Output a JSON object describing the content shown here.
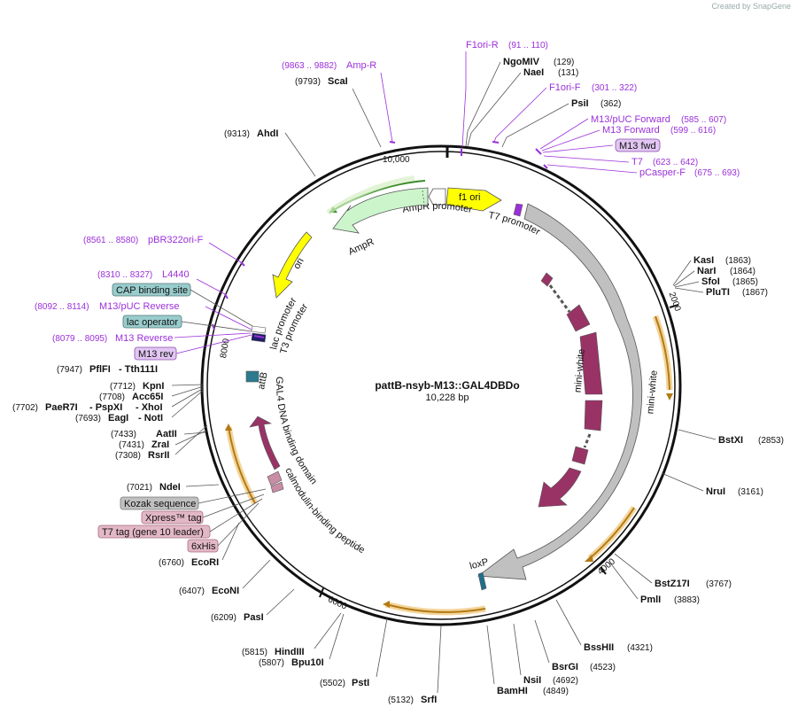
{
  "credit": "Created by SnapGene",
  "plasmid": {
    "name": "pattB-nsyb-M13::GAL4DBDo",
    "size": "10,228 bp"
  },
  "ticks": {
    "t10000": "10,000",
    "t2000": "2000",
    "t4000": "4000",
    "t6000": "6000",
    "t8000": "8000"
  },
  "sites": {
    "F1oriR": {
      "name": "F1ori-R",
      "pos": "(91 .. 110)"
    },
    "NgoMIV": {
      "name": "NgoMIV",
      "pos": "(129)"
    },
    "NaeI": {
      "name": "NaeI",
      "pos": "(131)"
    },
    "F1oriF": {
      "name": "F1ori-F",
      "pos": "(301 .. 322)"
    },
    "PsiI": {
      "name": "PsiI",
      "pos": "(362)"
    },
    "M13pUCF": {
      "name": "M13/pUC Forward",
      "pos": "(585 .. 607)"
    },
    "M13F": {
      "name": "M13 Forward",
      "pos": "(599 .. 616)"
    },
    "M13fwd": {
      "name": "M13 fwd"
    },
    "T7": {
      "name": "T7",
      "pos": "(623 .. 642)"
    },
    "pCasperF": {
      "name": "pCasper-F",
      "pos": "(675 .. 693)"
    },
    "KasI": {
      "name": "KasI",
      "pos": "(1863)"
    },
    "NarI": {
      "name": "NarI",
      "pos": "(1864)"
    },
    "SfoI": {
      "name": "SfoI",
      "pos": "(1865)"
    },
    "PluTI": {
      "name": "PluTI",
      "pos": "(1867)"
    },
    "BstXI": {
      "name": "BstXI",
      "pos": "(2853)"
    },
    "NruI": {
      "name": "NruI",
      "pos": "(3161)"
    },
    "BstZ17I": {
      "name": "BstZ17I",
      "pos": "(3767)"
    },
    "PmlI": {
      "name": "PmlI",
      "pos": "(3883)"
    },
    "BssHII": {
      "name": "BssHII",
      "pos": "(4321)"
    },
    "BsrGI": {
      "name": "BsrGI",
      "pos": "(4523)"
    },
    "NsiI": {
      "name": "NsiI",
      "pos": "(4692)"
    },
    "BamHI": {
      "name": "BamHI",
      "pos": "(4849)"
    },
    "SrfI": {
      "name": "SrfI",
      "pos": "(5132)"
    },
    "PstI": {
      "name": "PstI",
      "pos": "(5502)"
    },
    "HindIII": {
      "name": "HindIII",
      "pos": "(5815)"
    },
    "Bpu10I": {
      "name": "Bpu10I",
      "pos": "(5807)"
    },
    "PasI": {
      "name": "PasI",
      "pos": "(6209)"
    },
    "EcoNI": {
      "name": "EcoNI",
      "pos": "(6407)"
    },
    "EcoRI": {
      "name": "EcoRI",
      "pos": "(6760)"
    },
    "His6": {
      "name": "6xHis"
    },
    "T7tag": {
      "name": "T7 tag (gene 10 leader)"
    },
    "Xpress": {
      "name": "Xpress™ tag"
    },
    "Kozak": {
      "name": "Kozak sequence"
    },
    "NdeI": {
      "name": "NdeI",
      "pos": "(7021)"
    },
    "RsrII": {
      "name": "RsrII",
      "pos": "(7308)"
    },
    "ZraI": {
      "name": "ZraI",
      "pos": "(7431)"
    },
    "AatII": {
      "name": "AatII",
      "pos": "(7433)"
    },
    "EagI": {
      "name": "EagI",
      "pos": "(7693)",
      "sep": "- NotI"
    },
    "PaeR7I": {
      "name": "PaeR7I",
      "pos": "(7702)",
      "mid": "- PspXI",
      "end": "- XhoI"
    },
    "Acc65I": {
      "name": "Acc65I",
      "pos": "(7708)"
    },
    "KpnI": {
      "name": "KpnI",
      "pos": "(7712)"
    },
    "PflFI": {
      "name": "PflFI",
      "pos": "(7947)",
      "sep": "- Tth111I"
    },
    "M13rev": {
      "name": "M13 rev"
    },
    "M13Reverse": {
      "name": "M13 Reverse",
      "pos": "(8079 .. 8095)"
    },
    "lacop": {
      "name": "lac operator"
    },
    "M13pUCR": {
      "name": "M13/pUC Reverse",
      "pos": "(8092 .. 8114)"
    },
    "CAP": {
      "name": "CAP binding site"
    },
    "L4440": {
      "name": "L4440",
      "pos": "(8310 .. 8327)"
    },
    "pBR322": {
      "name": "pBR322ori-F",
      "pos": "(8561 .. 8580)"
    },
    "AhdI": {
      "name": "AhdI",
      "pos": "(9313)"
    },
    "ScaI": {
      "name": "ScaI",
      "pos": "(9793)"
    },
    "AmpR": {
      "name": "Amp-R",
      "pos": "(9863 .. 9882)"
    }
  },
  "features": {
    "f1ori": "f1 ori",
    "AmpRprom": "AmpR promoter",
    "AmpR": "AmpR",
    "ori": "ori",
    "T7prom": "T7 promoter",
    "miniwhite_outer": "mini-white",
    "miniwhite_inner": "mini-white",
    "loxP": "loxP",
    "lacprom": "lac promoter",
    "T3prom": "T3 promoter",
    "attB": "attB",
    "GAL4": "GAL4 DNA binding domain",
    "calmodulin": "calmodulin-binding peptide"
  },
  "colors": {
    "f1ori": "#ffff00",
    "AmpR": "#ccf5cc",
    "ori": "#ffff00",
    "miniwhite_outer": "#c0c0c0",
    "miniwhite_inner": "#993366",
    "GAL4": "#993366",
    "orf": "#e8a64a",
    "primer": "#9b30d9",
    "loxP": "#1f6f8b",
    "attB": "#2b7a8e",
    "lacop_box": "#99cccc",
    "tag_box": "#e3b8c6",
    "kozak_box": "#c0c0c0",
    "m13_box": "#e2c6f2"
  }
}
